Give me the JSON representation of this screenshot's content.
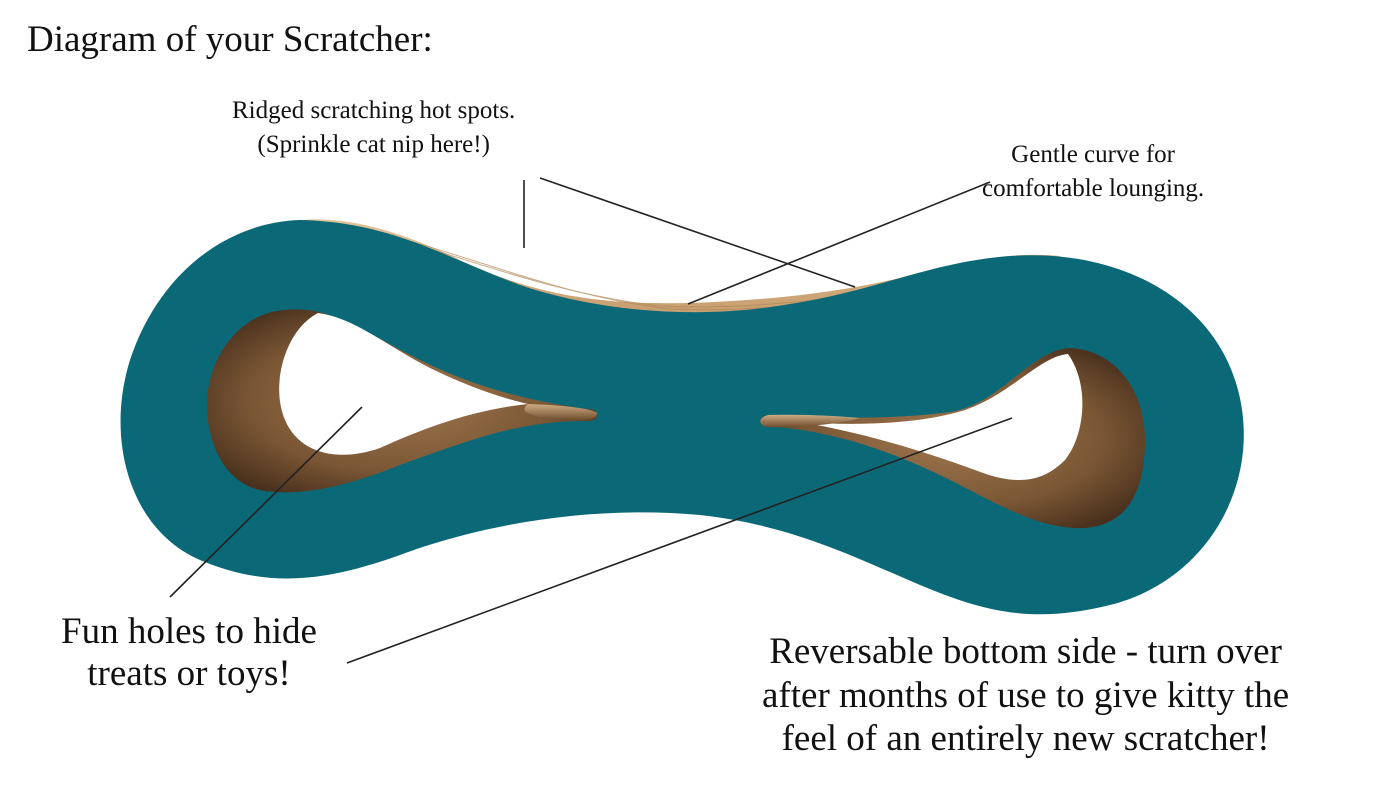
{
  "title": "Diagram of your Scratcher:",
  "labels": {
    "ridged": {
      "line1": "Ridged scratching hot spots.",
      "line2": "(Sprinkle cat nip here!)"
    },
    "curve": {
      "line1": "Gentle curve for",
      "line2": "comfortable lounging."
    },
    "holes": {
      "line1": "Fun holes to hide",
      "line2": "treats or toys!"
    },
    "reversable": {
      "line1": "Reversable bottom side - turn over",
      "line2": "after months of use to give kitty the",
      "line3": "feel of an entirely new scratcher!"
    }
  },
  "colors": {
    "body": "#0b6977",
    "cardboard_top": "#d7b48a",
    "cardboard_dark": "#5a3c22",
    "line": "#222222"
  }
}
